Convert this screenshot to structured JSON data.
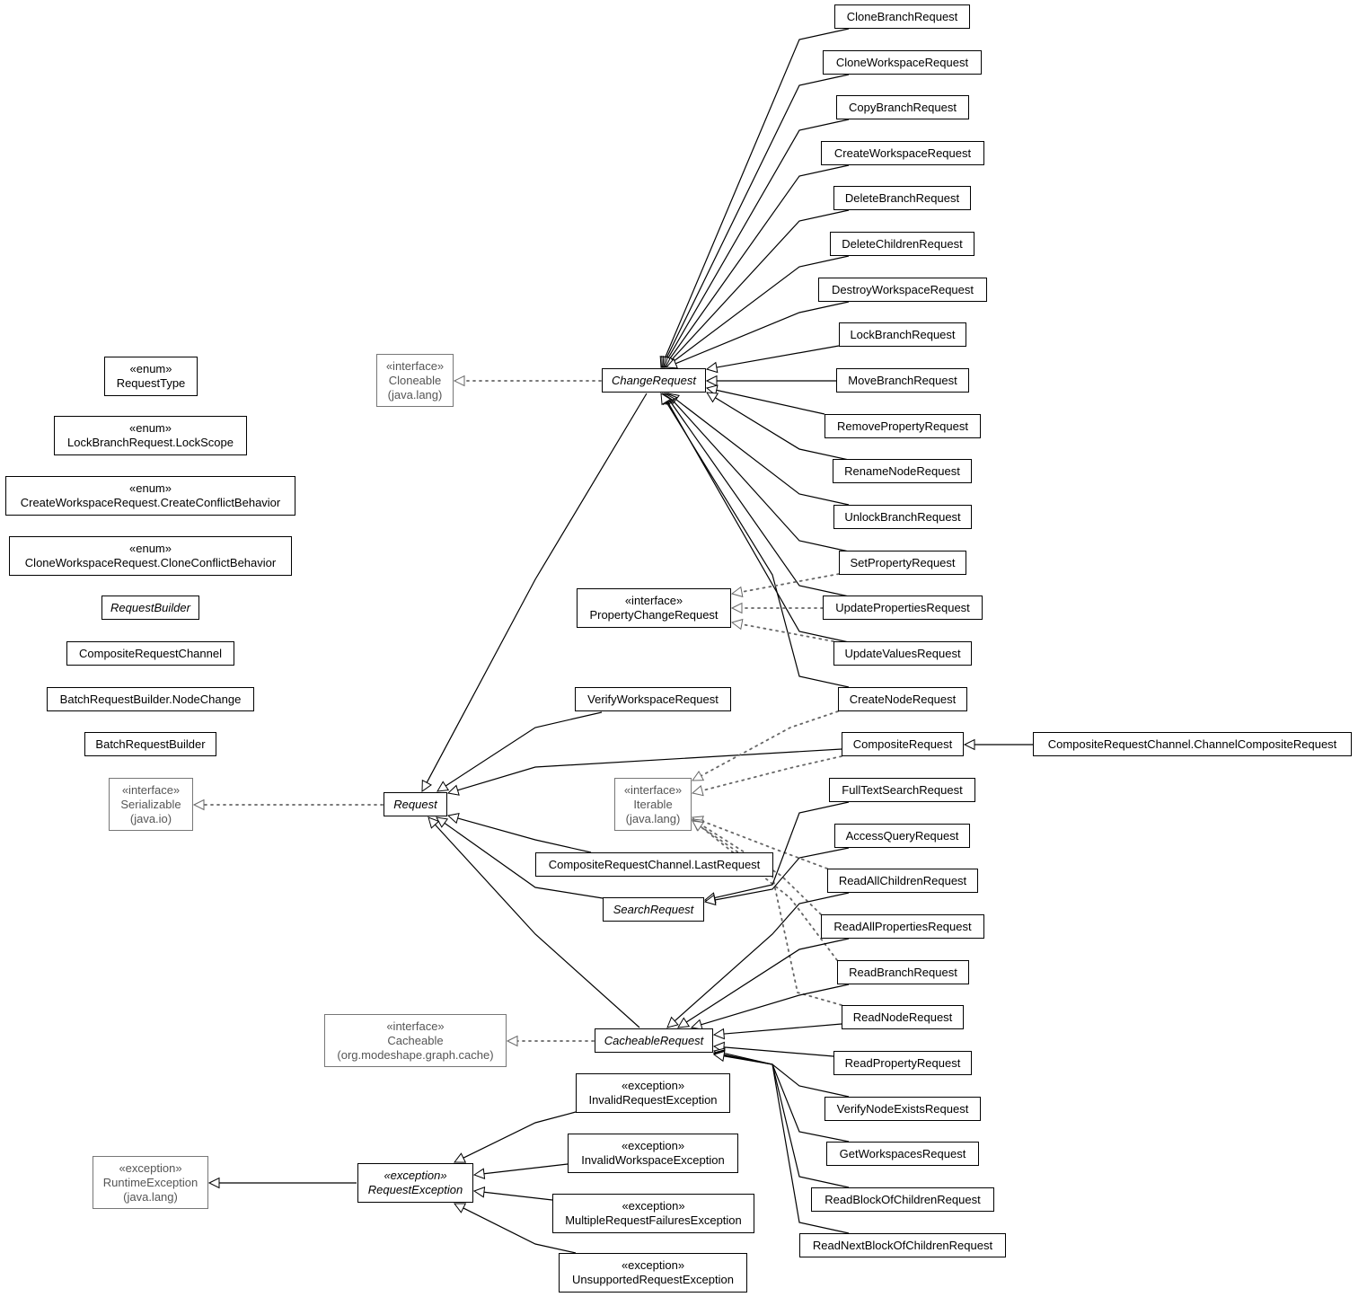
{
  "nodes": [
    {
      "id": "CloneBranchRequest",
      "lines": [
        "CloneBranchRequest"
      ]
    },
    {
      "id": "CloneWorkspaceRequest",
      "lines": [
        "CloneWorkspaceRequest"
      ]
    },
    {
      "id": "CopyBranchRequest",
      "lines": [
        "CopyBranchRequest"
      ]
    },
    {
      "id": "CreateWorkspaceRequest",
      "lines": [
        "CreateWorkspaceRequest"
      ]
    },
    {
      "id": "DeleteBranchRequest",
      "lines": [
        "DeleteBranchRequest"
      ]
    },
    {
      "id": "DeleteChildrenRequest",
      "lines": [
        "DeleteChildrenRequest"
      ]
    },
    {
      "id": "DestroyWorkspaceRequest",
      "lines": [
        "DestroyWorkspaceRequest"
      ]
    },
    {
      "id": "LockBranchRequest",
      "lines": [
        "LockBranchRequest"
      ]
    },
    {
      "id": "MoveBranchRequest",
      "lines": [
        "MoveBranchRequest"
      ]
    },
    {
      "id": "RemovePropertyRequest",
      "lines": [
        "RemovePropertyRequest"
      ]
    },
    {
      "id": "RenameNodeRequest",
      "lines": [
        "RenameNodeRequest"
      ]
    },
    {
      "id": "UnlockBranchRequest",
      "lines": [
        "UnlockBranchRequest"
      ]
    },
    {
      "id": "SetPropertyRequest",
      "lines": [
        "SetPropertyRequest"
      ]
    },
    {
      "id": "UpdatePropertiesRequest",
      "lines": [
        "UpdatePropertiesRequest"
      ]
    },
    {
      "id": "UpdateValuesRequest",
      "lines": [
        "UpdateValuesRequest"
      ]
    },
    {
      "id": "CreateNodeRequest",
      "lines": [
        "CreateNodeRequest"
      ]
    },
    {
      "id": "CompositeRequest",
      "lines": [
        "CompositeRequest"
      ]
    },
    {
      "id": "ChannelCompositeRequest",
      "lines": [
        "CompositeRequestChannel.ChannelCompositeRequest"
      ]
    },
    {
      "id": "FullTextSearchRequest",
      "lines": [
        "FullTextSearchRequest"
      ]
    },
    {
      "id": "AccessQueryRequest",
      "lines": [
        "AccessQueryRequest"
      ]
    },
    {
      "id": "ReadAllChildrenRequest",
      "lines": [
        "ReadAllChildrenRequest"
      ]
    },
    {
      "id": "ReadAllPropertiesRequest",
      "lines": [
        "ReadAllPropertiesRequest"
      ]
    },
    {
      "id": "ReadBranchRequest",
      "lines": [
        "ReadBranchRequest"
      ]
    },
    {
      "id": "ReadNodeRequest",
      "lines": [
        "ReadNodeRequest"
      ]
    },
    {
      "id": "ReadPropertyRequest",
      "lines": [
        "ReadPropertyRequest"
      ]
    },
    {
      "id": "VerifyNodeExistsRequest",
      "lines": [
        "VerifyNodeExistsRequest"
      ]
    },
    {
      "id": "GetWorkspacesRequest",
      "lines": [
        "GetWorkspacesRequest"
      ]
    },
    {
      "id": "ReadBlockOfChildrenRequest",
      "lines": [
        "ReadBlockOfChildrenRequest"
      ]
    },
    {
      "id": "ReadNextBlockOfChildrenRequest",
      "lines": [
        "ReadNextBlockOfChildrenRequest"
      ]
    },
    {
      "id": "ChangeRequest",
      "lines": [
        "ChangeRequest"
      ],
      "abstract": true
    },
    {
      "id": "Cloneable",
      "lines": [
        "«interface»",
        "Cloneable",
        "(java.lang)"
      ],
      "external": true
    },
    {
      "id": "PropertyChangeRequest",
      "lines": [
        "«interface»",
        "PropertyChangeRequest"
      ]
    },
    {
      "id": "VerifyWorkspaceRequest",
      "lines": [
        "VerifyWorkspaceRequest"
      ]
    },
    {
      "id": "Iterable",
      "lines": [
        "«interface»",
        "Iterable",
        "(java.lang)"
      ],
      "external": true
    },
    {
      "id": "LastRequest",
      "lines": [
        "CompositeRequestChannel.LastRequest"
      ]
    },
    {
      "id": "SearchRequest",
      "lines": [
        "SearchRequest"
      ],
      "abstract": true
    },
    {
      "id": "Request",
      "lines": [
        "Request"
      ],
      "abstract": true
    },
    {
      "id": "Serializable",
      "lines": [
        "«interface»",
        "Serializable",
        "(java.io)"
      ],
      "external": true
    },
    {
      "id": "CacheableRequest",
      "lines": [
        "CacheableRequest"
      ],
      "abstract": true
    },
    {
      "id": "Cacheable",
      "lines": [
        "«interface»",
        "Cacheable",
        "(org.modeshape.graph.cache)"
      ],
      "external": true
    },
    {
      "id": "InvalidRequestException",
      "lines": [
        "«exception»",
        "InvalidRequestException"
      ]
    },
    {
      "id": "InvalidWorkspaceException",
      "lines": [
        "«exception»",
        "InvalidWorkspaceException"
      ]
    },
    {
      "id": "MultipleRequestFailuresException",
      "lines": [
        "«exception»",
        "MultipleRequestFailuresException"
      ]
    },
    {
      "id": "UnsupportedRequestException",
      "lines": [
        "«exception»",
        "UnsupportedRequestException"
      ]
    },
    {
      "id": "RequestException",
      "lines": [
        "«exception»",
        "RequestException"
      ],
      "abstract": true
    },
    {
      "id": "RuntimeException",
      "lines": [
        "«exception»",
        "RuntimeException",
        "(java.lang)"
      ],
      "external": true
    },
    {
      "id": "RequestType",
      "lines": [
        "«enum»",
        "RequestType"
      ]
    },
    {
      "id": "LockScope",
      "lines": [
        "«enum»",
        "LockBranchRequest.LockScope"
      ]
    },
    {
      "id": "CreateConflictBehavior",
      "lines": [
        "«enum»",
        "CreateWorkspaceRequest.CreateConflictBehavior"
      ]
    },
    {
      "id": "CloneConflictBehavior",
      "lines": [
        "«enum»",
        "CloneWorkspaceRequest.CloneConflictBehavior"
      ]
    },
    {
      "id": "RequestBuilder",
      "lines": [
        "RequestBuilder"
      ],
      "abstract": true
    },
    {
      "id": "CompositeRequestChannel",
      "lines": [
        "CompositeRequestChannel"
      ]
    },
    {
      "id": "NodeChange",
      "lines": [
        "BatchRequestBuilder.NodeChange"
      ]
    },
    {
      "id": "BatchRequestBuilder",
      "lines": [
        "BatchRequestBuilder"
      ]
    }
  ],
  "relations": [
    {
      "from": "CloneBranchRequest",
      "to": "ChangeRequest",
      "kind": "extends"
    },
    {
      "from": "CloneWorkspaceRequest",
      "to": "ChangeRequest",
      "kind": "extends"
    },
    {
      "from": "CopyBranchRequest",
      "to": "ChangeRequest",
      "kind": "extends"
    },
    {
      "from": "CreateWorkspaceRequest",
      "to": "ChangeRequest",
      "kind": "extends"
    },
    {
      "from": "DeleteBranchRequest",
      "to": "ChangeRequest",
      "kind": "extends"
    },
    {
      "from": "DeleteChildrenRequest",
      "to": "ChangeRequest",
      "kind": "extends"
    },
    {
      "from": "DestroyWorkspaceRequest",
      "to": "ChangeRequest",
      "kind": "extends"
    },
    {
      "from": "LockBranchRequest",
      "to": "ChangeRequest",
      "kind": "extends"
    },
    {
      "from": "MoveBranchRequest",
      "to": "ChangeRequest",
      "kind": "extends"
    },
    {
      "from": "RemovePropertyRequest",
      "to": "ChangeRequest",
      "kind": "extends"
    },
    {
      "from": "RenameNodeRequest",
      "to": "ChangeRequest",
      "kind": "extends"
    },
    {
      "from": "UnlockBranchRequest",
      "to": "ChangeRequest",
      "kind": "extends"
    },
    {
      "from": "SetPropertyRequest",
      "to": "ChangeRequest",
      "kind": "extends"
    },
    {
      "from": "UpdatePropertiesRequest",
      "to": "ChangeRequest",
      "kind": "extends"
    },
    {
      "from": "UpdateValuesRequest",
      "to": "ChangeRequest",
      "kind": "extends"
    },
    {
      "from": "CreateNodeRequest",
      "to": "ChangeRequest",
      "kind": "extends"
    },
    {
      "from": "ChangeRequest",
      "to": "Cloneable",
      "kind": "implements"
    },
    {
      "from": "ChangeRequest",
      "to": "Request",
      "kind": "extends"
    },
    {
      "from": "SetPropertyRequest",
      "to": "PropertyChangeRequest",
      "kind": "implements"
    },
    {
      "from": "UpdatePropertiesRequest",
      "to": "PropertyChangeRequest",
      "kind": "implements"
    },
    {
      "from": "UpdateValuesRequest",
      "to": "PropertyChangeRequest",
      "kind": "implements"
    },
    {
      "from": "VerifyWorkspaceRequest",
      "to": "Request",
      "kind": "extends"
    },
    {
      "from": "CompositeRequest",
      "to": "Request",
      "kind": "extends"
    },
    {
      "from": "ChannelCompositeRequest",
      "to": "CompositeRequest",
      "kind": "extends"
    },
    {
      "from": "CreateNodeRequest",
      "to": "Iterable",
      "kind": "implements"
    },
    {
      "from": "CompositeRequest",
      "to": "Iterable",
      "kind": "implements"
    },
    {
      "from": "ReadAllChildrenRequest",
      "to": "Iterable",
      "kind": "implements"
    },
    {
      "from": "ReadAllPropertiesRequest",
      "to": "Iterable",
      "kind": "implements"
    },
    {
      "from": "ReadBranchRequest",
      "to": "Iterable",
      "kind": "implements"
    },
    {
      "from": "ReadNodeRequest",
      "to": "Iterable",
      "kind": "implements"
    },
    {
      "from": "LastRequest",
      "to": "Request",
      "kind": "extends"
    },
    {
      "from": "SearchRequest",
      "to": "Request",
      "kind": "extends"
    },
    {
      "from": "FullTextSearchRequest",
      "to": "SearchRequest",
      "kind": "extends"
    },
    {
      "from": "AccessQueryRequest",
      "to": "SearchRequest",
      "kind": "extends"
    },
    {
      "from": "Request",
      "to": "Serializable",
      "kind": "implements"
    },
    {
      "from": "CacheableRequest",
      "to": "Request",
      "kind": "extends"
    },
    {
      "from": "CacheableRequest",
      "to": "Cacheable",
      "kind": "implements"
    },
    {
      "from": "ReadAllChildrenRequest",
      "to": "CacheableRequest",
      "kind": "extends"
    },
    {
      "from": "ReadAllPropertiesRequest",
      "to": "CacheableRequest",
      "kind": "extends"
    },
    {
      "from": "ReadBranchRequest",
      "to": "CacheableRequest",
      "kind": "extends"
    },
    {
      "from": "ReadNodeRequest",
      "to": "CacheableRequest",
      "kind": "extends"
    },
    {
      "from": "ReadPropertyRequest",
      "to": "CacheableRequest",
      "kind": "extends"
    },
    {
      "from": "VerifyNodeExistsRequest",
      "to": "CacheableRequest",
      "kind": "extends"
    },
    {
      "from": "GetWorkspacesRequest",
      "to": "CacheableRequest",
      "kind": "extends"
    },
    {
      "from": "ReadBlockOfChildrenRequest",
      "to": "CacheableRequest",
      "kind": "extends"
    },
    {
      "from": "ReadNextBlockOfChildrenRequest",
      "to": "CacheableRequest",
      "kind": "extends"
    },
    {
      "from": "InvalidRequestException",
      "to": "RequestException",
      "kind": "extends"
    },
    {
      "from": "InvalidWorkspaceException",
      "to": "RequestException",
      "kind": "extends"
    },
    {
      "from": "MultipleRequestFailuresException",
      "to": "RequestException",
      "kind": "extends"
    },
    {
      "from": "UnsupportedRequestException",
      "to": "RequestException",
      "kind": "extends"
    },
    {
      "from": "RequestException",
      "to": "RuntimeException",
      "kind": "extends"
    }
  ],
  "colors": {
    "line": "#000000",
    "external_border": "#777777",
    "external_text": "#555555",
    "dotted": "#666666"
  }
}
